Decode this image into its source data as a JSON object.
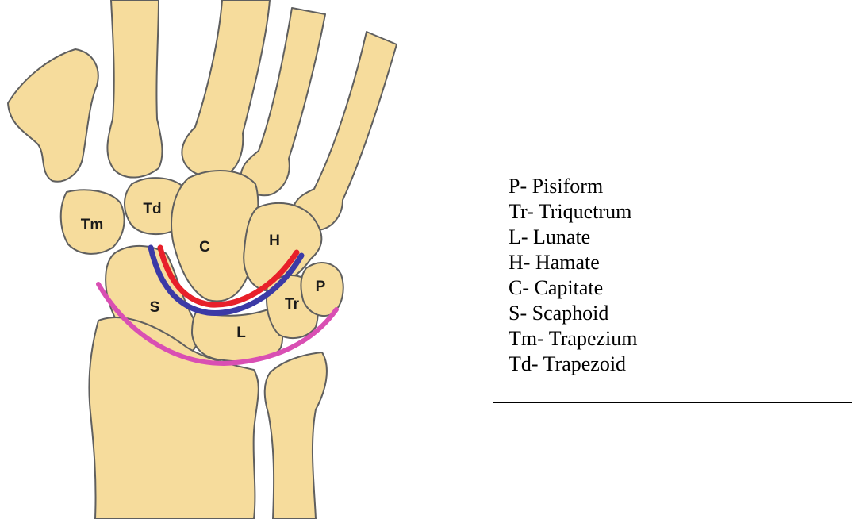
{
  "bone_labels": {
    "trapezium": "Tm",
    "trapezoid": "Td",
    "capitate": "C",
    "hamate": "H",
    "pisiform": "P",
    "triquetrum": "Tr",
    "scaphoid": "S",
    "lunate": "L"
  },
  "legend": {
    "items": [
      "P- Pisiform",
      "Tr- Triquetrum",
      "L- Lunate",
      "H- Hamate",
      "C- Capitate",
      "S- Scaphoid",
      "Tm- Trapezium",
      "Td- Trapezoid"
    ]
  },
  "colors": {
    "bone_fill": "#f6dc9c",
    "bone_outline": "#5f5f5f",
    "arc_red": "#e8202a",
    "arc_blue": "#3c3aa6",
    "arc_magenta": "#d94fb3"
  }
}
